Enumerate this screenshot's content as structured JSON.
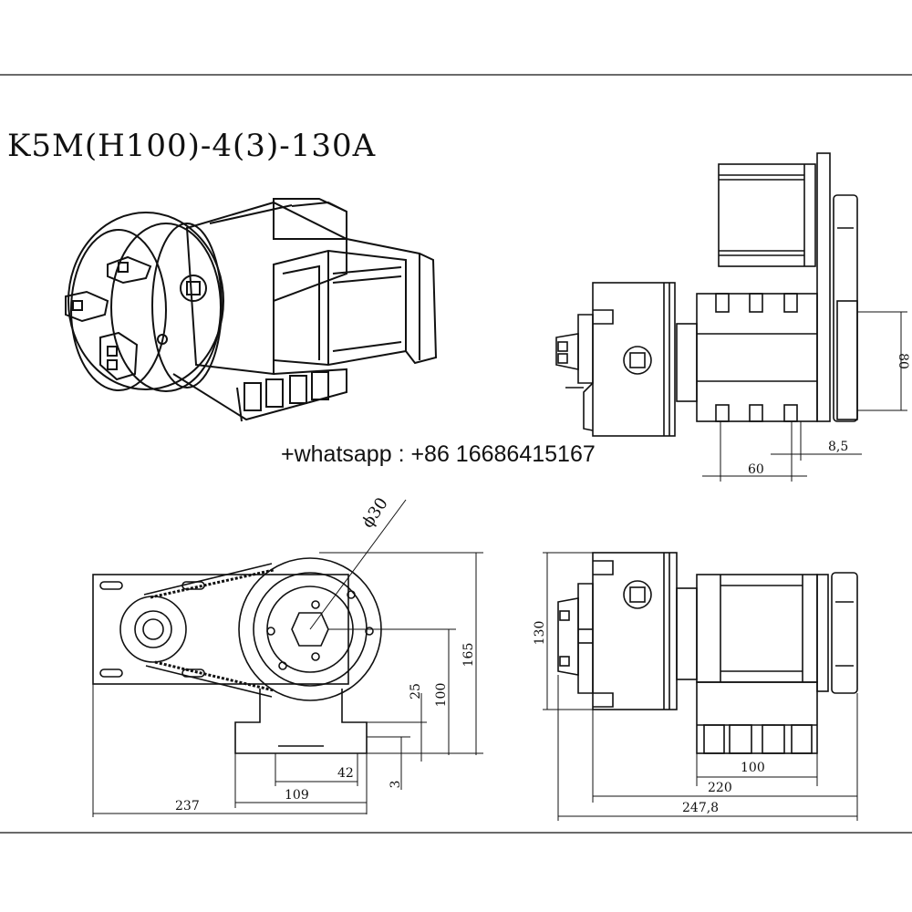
{
  "model_title": "K5M(H100)-4(3)-130A",
  "contact": "+whatsapp : +86 16686415167",
  "dimensions": {
    "d80": "80",
    "d8_5": "8,5",
    "d60": "60",
    "phi30": "ϕ30",
    "d165": "165",
    "d100v": "100",
    "d25": "25",
    "d42": "42",
    "d3": "3",
    "d109": "109",
    "d237": "237",
    "d130": "130",
    "d100h": "100",
    "d220": "220",
    "d247_8": "247,8"
  },
  "colors": {
    "line": "#111111",
    "background": "#ffffff"
  }
}
